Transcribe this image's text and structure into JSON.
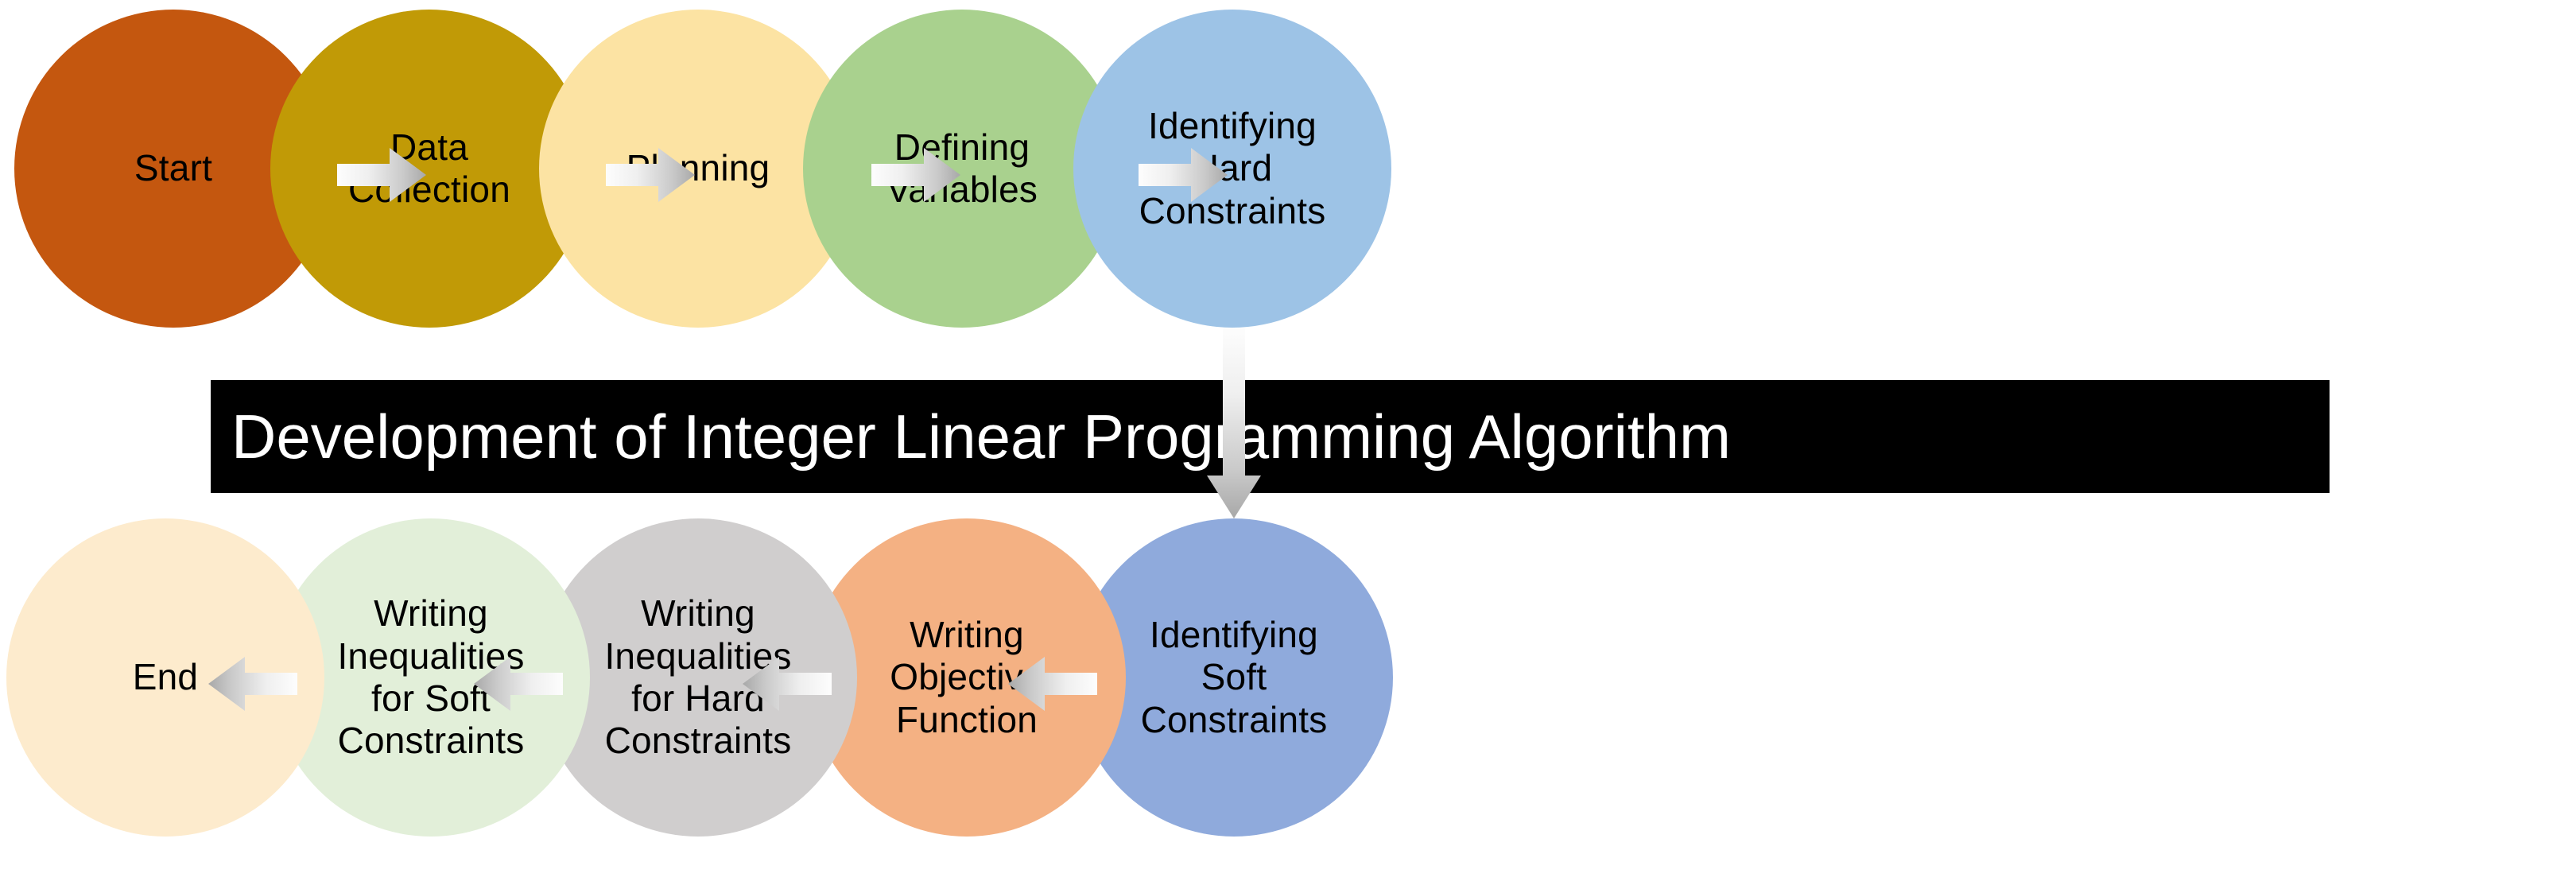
{
  "diagram": {
    "type": "flowchart",
    "title_banner": {
      "text": "Development of Integer Linear Programming Algorithm",
      "background_color": "#000000",
      "text_color": "#FFFFFF"
    },
    "background_color": "#FFFFFF",
    "nodes": [
      {
        "id": "start",
        "label": "Start",
        "fill": "#C4570F",
        "row": "top",
        "order": 1
      },
      {
        "id": "data-collection",
        "label": "Data\nCollection",
        "fill": "#C19A06",
        "row": "top",
        "order": 2
      },
      {
        "id": "planning",
        "label": "Planning",
        "fill": "#FCE3A3",
        "row": "top",
        "order": 3
      },
      {
        "id": "defining-variables",
        "label": "Defining\nVariables",
        "fill": "#A9D18E",
        "row": "top",
        "order": 4
      },
      {
        "id": "identifying-hard-constraints",
        "label": "Identifying\nHard\nConstraints",
        "fill": "#9DC3E6",
        "row": "top",
        "order": 5
      },
      {
        "id": "identifying-soft-constraints",
        "label": "Identifying\nSoft\nConstraints",
        "fill": "#8FAADC",
        "row": "bottom",
        "order": 6
      },
      {
        "id": "writing-objective-function",
        "label": "Writing\nObjective\nFunction",
        "fill": "#F4B183",
        "row": "bottom",
        "order": 7
      },
      {
        "id": "writing-inequalities-hard",
        "label": "Writing\nInequalities\nfor Hard\nConstraints",
        "fill": "#D0CECE",
        "row": "bottom",
        "order": 8
      },
      {
        "id": "writing-inequalities-soft",
        "label": "Writing\nInequalities\nfor Soft\nConstraints",
        "fill": "#E2EFD9",
        "row": "bottom",
        "order": 9
      },
      {
        "id": "end",
        "label": "End",
        "fill": "#FDEBCD",
        "row": "bottom",
        "order": 10
      }
    ],
    "connectors": [
      {
        "id": "start-to-data-collection",
        "direction": "right"
      },
      {
        "id": "data-collection-to-planning",
        "direction": "right"
      },
      {
        "id": "planning-to-defining-variables",
        "direction": "right"
      },
      {
        "id": "defining-variables-to-identifying-hard-constraints",
        "direction": "right"
      },
      {
        "id": "identifying-hard-to-identifying-soft",
        "direction": "down"
      },
      {
        "id": "identifying-soft-to-writing-objective",
        "direction": "left"
      },
      {
        "id": "writing-objective-to-inequalities-hard",
        "direction": "left"
      },
      {
        "id": "inequalities-hard-to-inequalities-soft",
        "direction": "left"
      },
      {
        "id": "inequalities-soft-to-end",
        "direction": "left"
      }
    ],
    "arrow_color_start": "#F5F5F5",
    "arrow_color_end": "#AFAFAF"
  }
}
